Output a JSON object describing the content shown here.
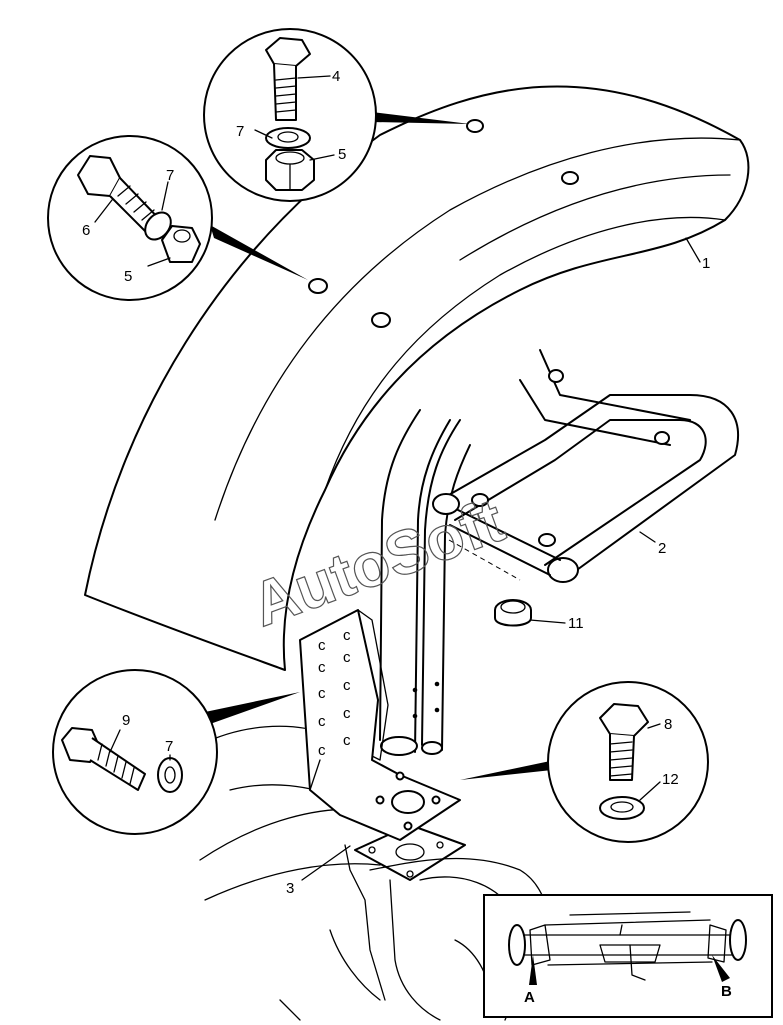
{
  "callouts": {
    "c1": "1",
    "c2": "2",
    "c3": "3",
    "c4": "4",
    "c5a": "5",
    "c5b": "5",
    "c6": "6",
    "c7a": "7",
    "c7b": "7",
    "c7c": "7",
    "c8": "8",
    "c9": "9",
    "c11": "11",
    "c12": "12"
  },
  "inset": {
    "label_a": "A",
    "label_b": "B"
  },
  "watermark": "AutoSoft"
}
